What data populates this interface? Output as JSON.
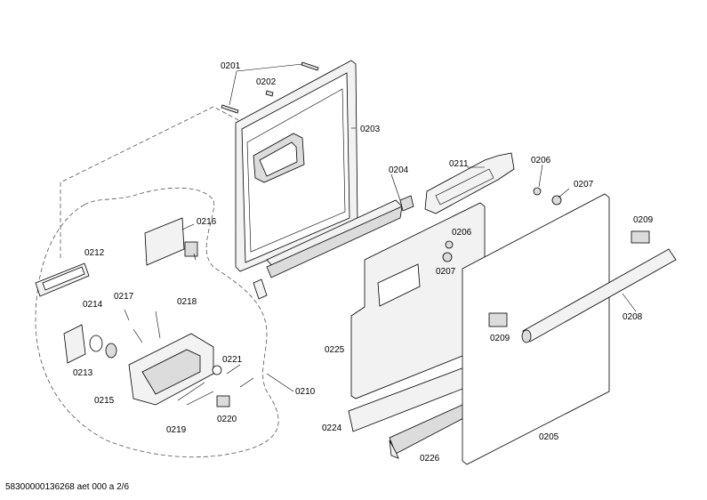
{
  "footer": "58300000136268 aet 000 a 2/6",
  "labels": {
    "p0201": "0201",
    "p0202": "0202",
    "p0203": "0203",
    "p0204": "0204",
    "p0205": "0205",
    "p0206a": "0206",
    "p0206b": "0206",
    "p0207a": "0207",
    "p0207b": "0207",
    "p0208": "0208",
    "p0209a": "0209",
    "p0209b": "0209",
    "p0210": "0210",
    "p0211": "0211",
    "p0212": "0212",
    "p0213": "0213",
    "p0214": "0214",
    "p0215": "0215",
    "p0216": "0216",
    "p0217": "0217",
    "p0218": "0218",
    "p0219": "0219",
    "p0220": "0220",
    "p0221": "0221",
    "p0224": "0224",
    "p0225": "0225",
    "p0226": "0226"
  }
}
